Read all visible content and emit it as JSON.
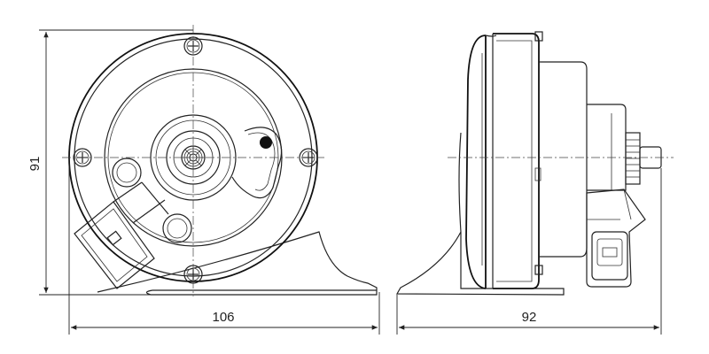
{
  "dimensions": {
    "height_label": "91",
    "front_width_label": "106",
    "side_depth_label": "92"
  },
  "colors": {
    "line": "#222222",
    "background": "#ffffff"
  }
}
